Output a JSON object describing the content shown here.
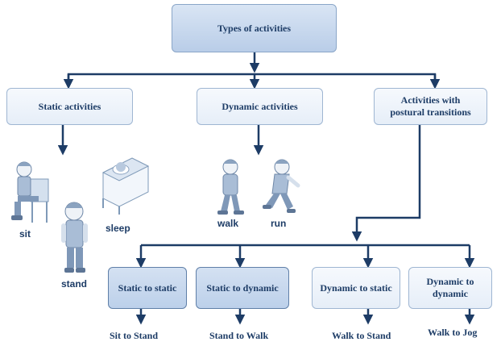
{
  "root": {
    "label": "Types of activities"
  },
  "categories": [
    {
      "label": "Static activities"
    },
    {
      "label": "Dynamic activities"
    },
    {
      "label": "Activities with postural transitions"
    }
  ],
  "pictures": {
    "sit": "sit",
    "stand": "stand",
    "sleep": "sleep",
    "walk": "walk",
    "run": "run"
  },
  "transitions": [
    {
      "label": "Static to static",
      "example": "Sit to Stand"
    },
    {
      "label": "Static to dynamic",
      "example": "Stand to Walk"
    },
    {
      "label": "Dynamic to static",
      "example": "Walk to Stand"
    },
    {
      "label": "Dynamic to dynamic",
      "example": "Walk to Jog"
    }
  ],
  "colors": {
    "arrow": "#1d3c66",
    "box_light": "#e6eef8",
    "box_dark": "#c8d8ee",
    "text": "#1d3c66"
  }
}
